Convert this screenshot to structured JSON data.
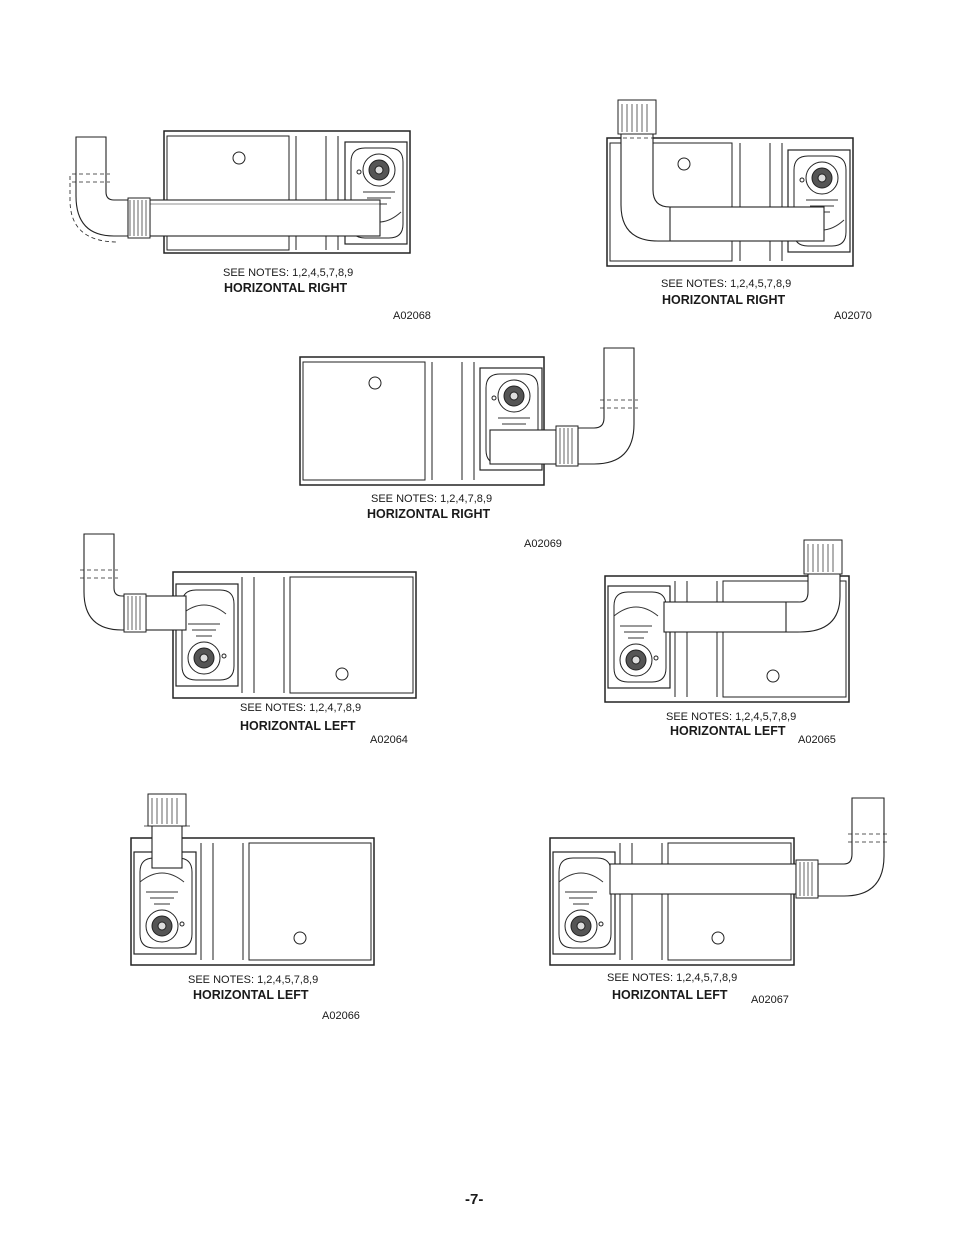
{
  "page_number": "-7-",
  "figures": [
    {
      "notes": "SEE NOTES: 1,2,4,5,7,8,9",
      "orientation": "HORIZONTAL RIGHT",
      "code": "A02068"
    },
    {
      "notes": "SEE NOTES: 1,2,4,5,7,8,9",
      "orientation": "HORIZONTAL RIGHT",
      "code": "A02070"
    },
    {
      "notes": "SEE NOTES: 1,2,4,7,8,9",
      "orientation": "HORIZONTAL RIGHT",
      "code": "A02069"
    },
    {
      "notes": "SEE NOTES: 1,2,4,7,8,9",
      "orientation": "HORIZONTAL LEFT",
      "code": "A02064"
    },
    {
      "notes": "SEE NOTES: 1,2,4,5,7,8,9",
      "orientation": "HORIZONTAL LEFT",
      "code": "A02065"
    },
    {
      "notes": "SEE NOTES: 1,2,4,5,7,8,9",
      "orientation": "HORIZONTAL LEFT",
      "code": "A02066"
    },
    {
      "notes": "SEE NOTES: 1,2,4,5,7,8,9",
      "orientation": "HORIZONTAL LEFT",
      "code": "A02067"
    }
  ]
}
